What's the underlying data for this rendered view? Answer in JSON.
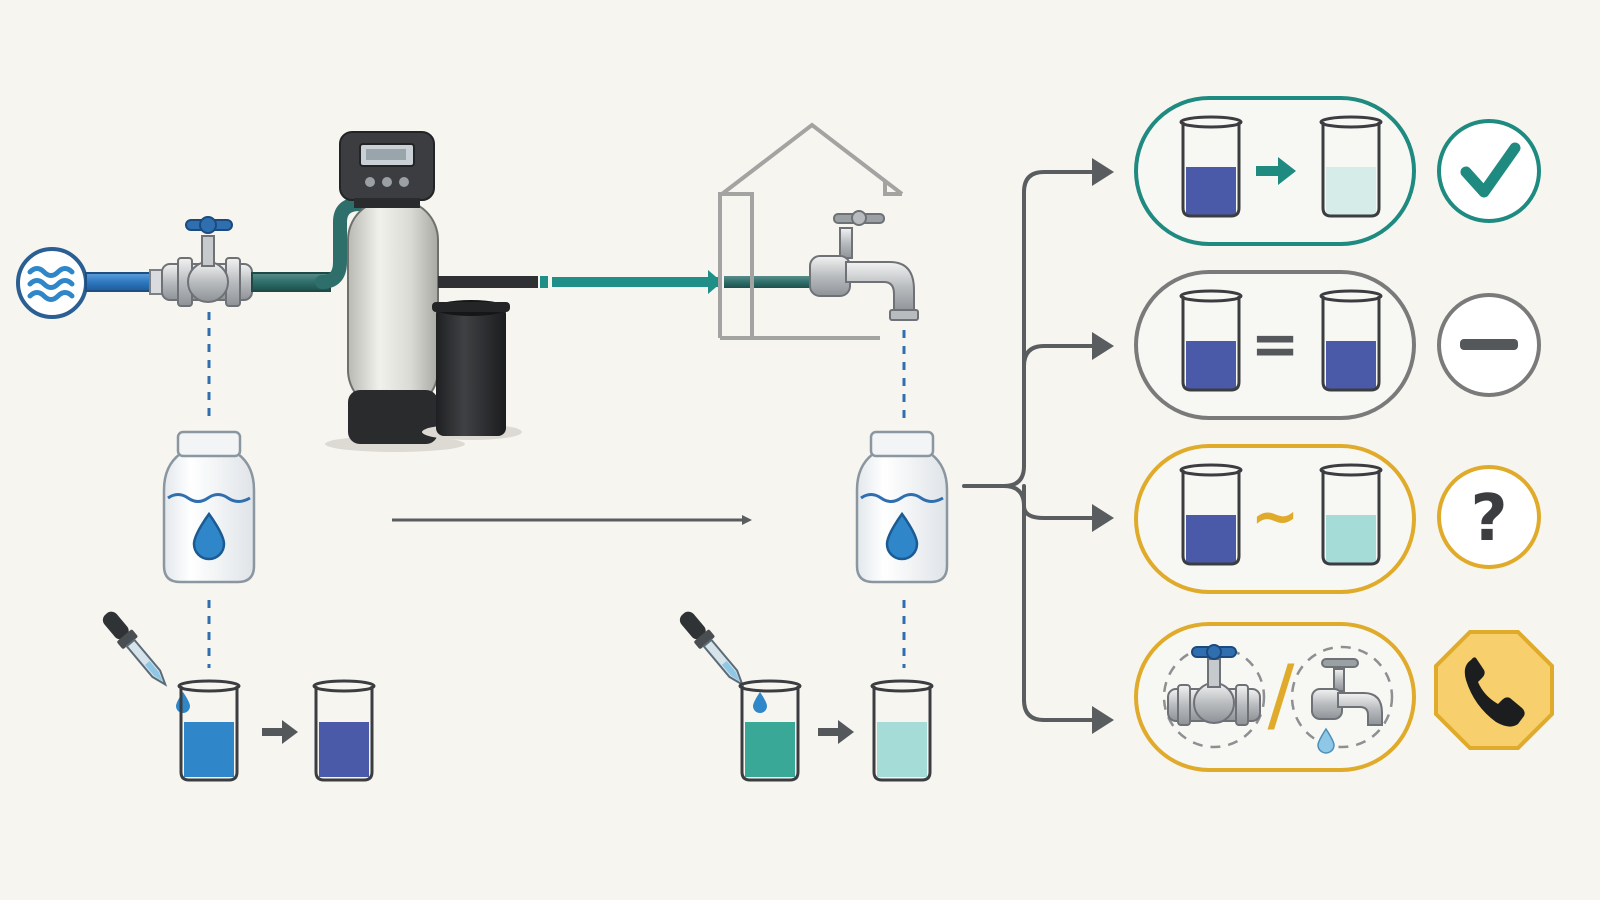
{
  "colors": {
    "background": "#f6f5f0",
    "raw_water": "#2f86c9",
    "tested_raw": "#4a5aa8",
    "softened_water": "#3aa896",
    "tested_softened": "#a6dcd8",
    "teal_outline": "#1e8a80",
    "gray_outline": "#7a7a7a",
    "amber_outline": "#e0ab2a",
    "call_badge": "#f7cf6c",
    "pipe_blue": "#2f78c0",
    "pipe_teal": "#1f8f88",
    "arrow_gray": "#5a5d60",
    "softener_tank": "#e4e4df",
    "brine_tank": "#2e2f31"
  },
  "icons": {
    "supply": "water-waves-icon",
    "valve": "valve-icon",
    "softener": "water-softener-icon",
    "softener_display": "digital-display-icon",
    "brine_tank": "brine-tank-icon",
    "house": "house-outline-icon",
    "faucet": "faucet-icon",
    "sample_jar": "sample-jar-icon",
    "dropper": "dropper-icon",
    "beaker": "beaker-icon",
    "arrow": "arrow-right-icon",
    "check": "checkmark-icon",
    "dash": "minus-icon",
    "question": "question-mark-icon",
    "phone": "phone-icon"
  },
  "outcomes": [
    {
      "id": "pass",
      "operator": "arrow",
      "badge": "check",
      "result_color": "#d6ece9"
    },
    {
      "id": "no-change",
      "operator": "equals",
      "badge": "dash",
      "result_color": "#4a5aa8"
    },
    {
      "id": "partial",
      "operator": "tilde",
      "badge": "question",
      "result_color": "#a6dcd8"
    },
    {
      "id": "service",
      "operator": "slash",
      "badge": "phone",
      "result_color": null
    }
  ],
  "symbols": {
    "equals": "=",
    "tilde": "~",
    "question": "?",
    "slash": "/"
  }
}
